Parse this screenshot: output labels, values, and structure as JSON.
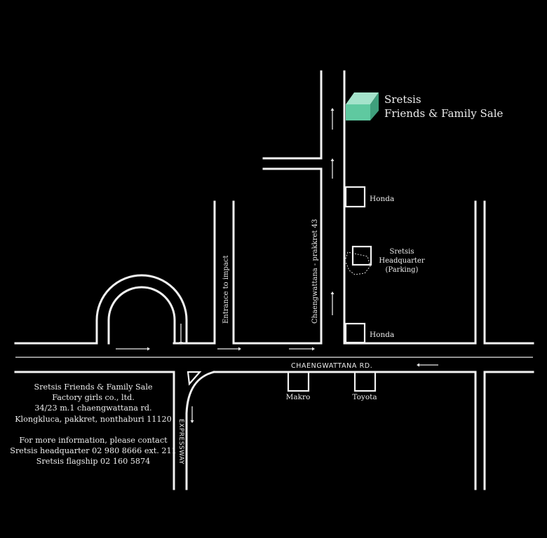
{
  "destination": {
    "name": "Sretsis",
    "event": "Friends & Family Sale",
    "marker_color": "#5fc9a0"
  },
  "landmarks": {
    "honda_top": "Honda",
    "honda_bottom": "Honda",
    "headquarter_line1": "Sretsis",
    "headquarter_line2": "Headquarter",
    "headquarter_line3": "(Parking)",
    "makro": "Makro",
    "toyota": "Toyota"
  },
  "roads": {
    "main": "CHAENGWATTANA RD.",
    "soi": "Chaengwattana - prakkret 43",
    "impact": "Entrance to impact",
    "expressway": "EXPRESSWAY"
  },
  "info": {
    "line1": "Sretsis Friends & Family Sale",
    "line2": "Factory girls co., ltd.",
    "line3": "34/23 m.1 chaengwattana rd.",
    "line4": "Klongkluca, pakkret, nonthaburi 11120",
    "line5": "For more information, please contact",
    "line6": "Sretsis headquarter 02 980 8666 ext. 211",
    "line7": "Sretsis flagship 02 160 5874"
  }
}
